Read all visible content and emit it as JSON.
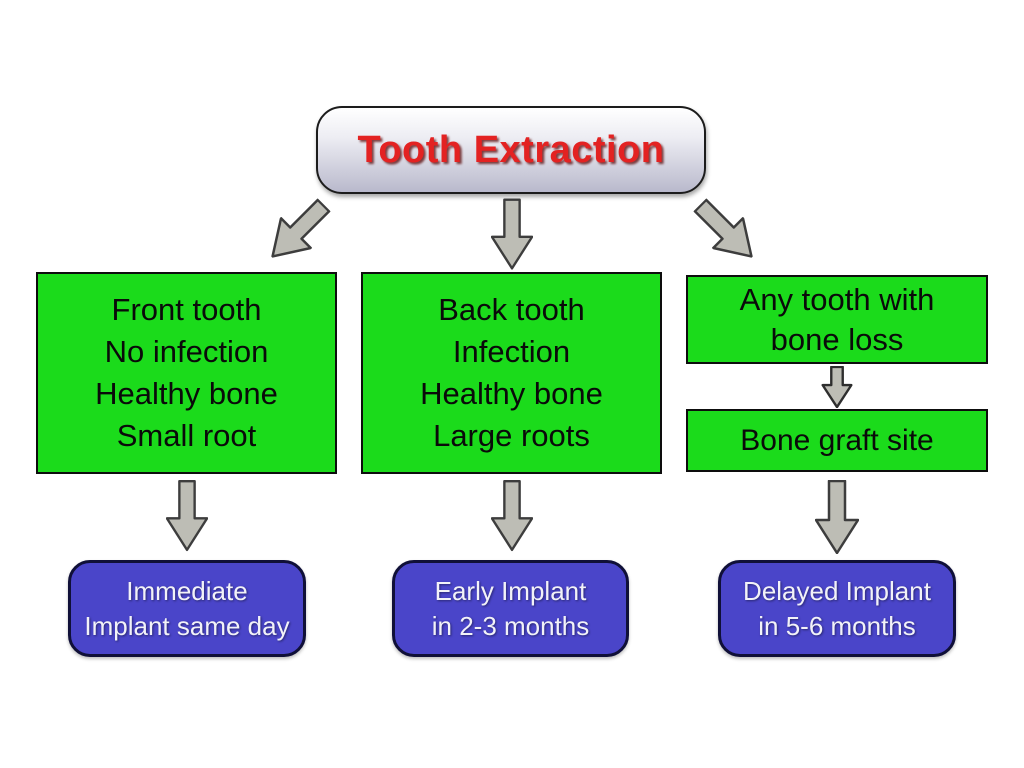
{
  "title": {
    "label": "Tooth Extraction"
  },
  "columns": [
    {
      "condition_lines": [
        "Front tooth",
        "No infection",
        "Healthy bone",
        "Small root"
      ],
      "outcome_lines": [
        "Immediate",
        "Implant same day"
      ]
    },
    {
      "condition_lines": [
        "Back tooth",
        "Infection",
        "Healthy bone",
        "Large roots"
      ],
      "outcome_lines": [
        "Early Implant",
        "in 2-3 months"
      ]
    },
    {
      "condition_lines": [
        "Any tooth with",
        "bone loss"
      ],
      "intermediate_label": "Bone graft site",
      "outcome_lines": [
        "Delayed Implant",
        "in 5-6 months"
      ]
    }
  ],
  "icons": [
    "down-left-arrow-icon",
    "down-arrow-icon",
    "down-right-arrow-icon"
  ],
  "colors": {
    "condition_green": "#1bdb1b",
    "outcome_blue": "#4a45c9",
    "title_red": "#e32222",
    "title_gradient_bottom": "#b9b9cc",
    "arrow_fill": "#bdbdb5",
    "arrow_stroke": "#3d3d3d",
    "background": "#ffffff"
  }
}
